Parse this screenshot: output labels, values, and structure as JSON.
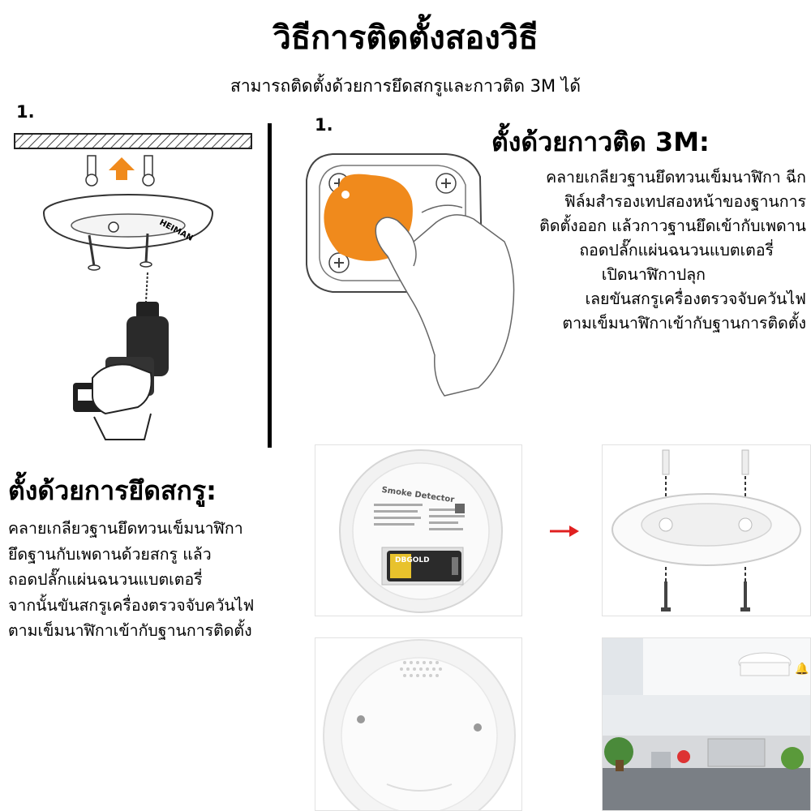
{
  "title": "วิธีการติดตั้งสองวิธี",
  "subtitle": "สามารถติดตั้งด้วยการยึดสกรูและกาวติด 3M ได้",
  "left_step_number": "1.",
  "right_step_number": "1.",
  "illustration_brand": "HEIMAN",
  "adhesive_section": {
    "heading": "ตั้งด้วยกาวติด 3M:",
    "lines": [
      "คลายเกลียวฐานยึดทวนเข็มนาฬิกา ฉีก",
      "ฟิล์มสำรองเทปสองหน้าของฐานการ",
      "ติดตั้งออก แล้วกาวฐานยึดเข้ากับเพดาน",
      "ถอดปลั๊กแผ่นฉนวนแบตเตอรี่",
      "เปิดนาฬิกาปลุก",
      "เลยขันสกรูเครื่องตรวจจับควันไฟ",
      "ตามเข็มนาฬิกาเข้ากับฐานการติดตั้ง"
    ]
  },
  "screw_section": {
    "heading": "ตั้งด้วยการยึดสกรู:",
    "lines": [
      "คลายเกลียวฐานยึดทวนเข็มนาฬิกา",
      "ยึดฐานกับเพดานด้วยสกรู แล้ว",
      "ถอดปลั๊กแผ่นฉนวนแบตเตอรี่",
      "จากนั้นขันสกรูเครื่องตรวจจับควันไฟ",
      "ตามเข็มนาฬิกาเข้ากับฐานการติดตั้ง"
    ]
  },
  "detector_label": {
    "name": "Smoke Detector",
    "battery_brand": "DBGOLD"
  },
  "colors": {
    "accent_orange": "#f08a1c",
    "arrow_red": "#e02020"
  }
}
